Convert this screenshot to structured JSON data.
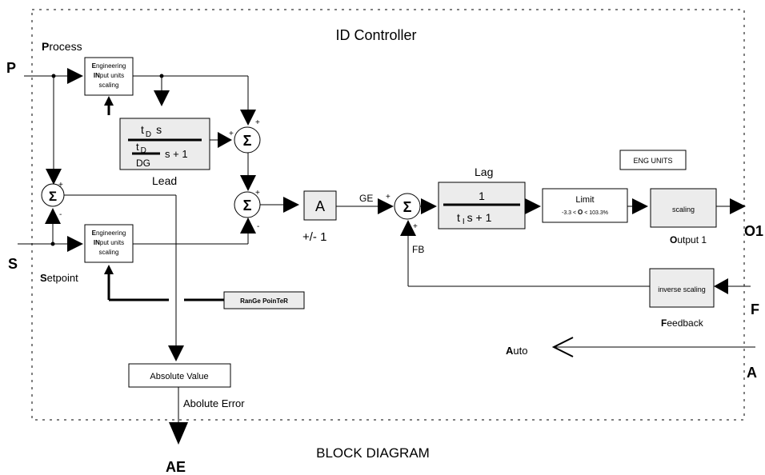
{
  "title": "ID Controller",
  "footer": "BLOCK DIAGRAM",
  "ports": {
    "process": "P",
    "setpoint": "S",
    "output1": "O1",
    "feedback": "F",
    "auto": "A",
    "abs_error": "AE"
  },
  "labels": {
    "process_bold": "P",
    "process_rest": "rocess",
    "setpoint_bold": "S",
    "setpoint_rest": "etpoint",
    "output_bold": "O",
    "output_rest": "utput 1",
    "feedback_bold": "F",
    "feedback_rest": "eedback",
    "auto_bold": "A",
    "auto_rest": "uto",
    "lead": "Lead",
    "lag": "Lag",
    "gain_sign": "+/- 1",
    "ge": "GE",
    "fb": "FB",
    "abs_error_label": "Abolute Error"
  },
  "blocks": {
    "eng_scaling": {
      "line1_bold": "E",
      "line1_rest": "ngineering",
      "line2_bold": "IN",
      "line2_rest": "put units",
      "line3": "scaling"
    },
    "lead": {
      "numerator": "t",
      "num_sub": "D",
      "num_s": "s",
      "den_t": "t",
      "den_sub": "D",
      "den_rest": "s + 1",
      "dg": "DG"
    },
    "gain": "A",
    "lag": {
      "numerator": "1",
      "den_t": "t",
      "den_sub": "I",
      "den_rest": "s  + 1"
    },
    "limit": {
      "title": "Limit",
      "range_pre": "-3.3 < ",
      "range_bold": "O",
      "range_post": " < 103.3%"
    },
    "eng_units": "ENG UNITS",
    "scaling": "scaling",
    "inverse_scaling": "inverse scaling",
    "absolute_value": "Absolute Value",
    "range_pointer": "RanGe PoinTeR"
  },
  "summers": {
    "symbol": "Σ",
    "plus": "+",
    "minus": "-"
  }
}
